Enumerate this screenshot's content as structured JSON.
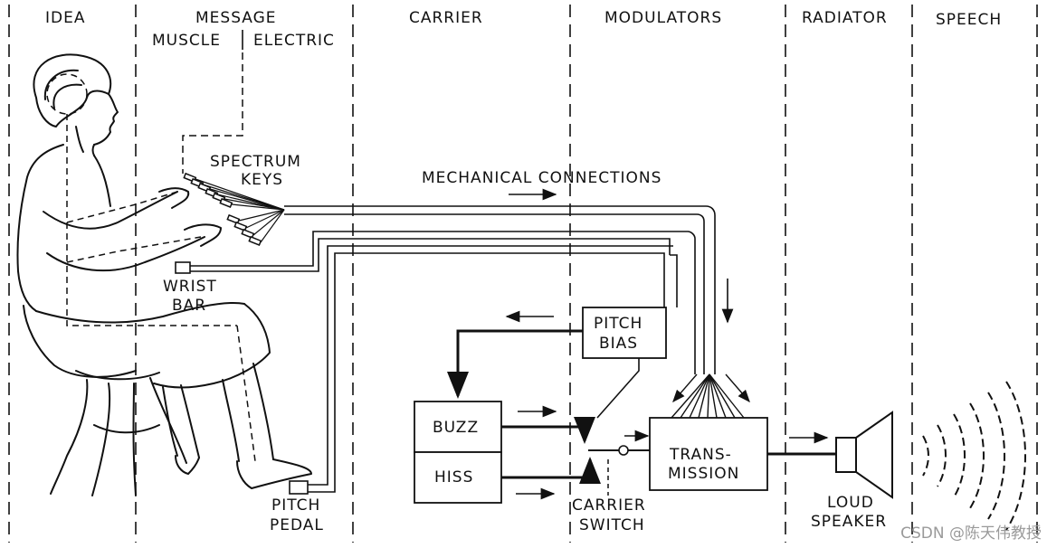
{
  "columns": {
    "idea": "IDEA",
    "message": "MESSAGE",
    "carrier": "CARRIER",
    "modulators": "MODULATORS",
    "radiator": "RADIATOR",
    "speech": "SPEECH"
  },
  "message_sub": {
    "muscle": "MUSCLE",
    "electric": "ELECTRIC"
  },
  "labels": {
    "spectrum_keys_1": "SPECTRUM",
    "spectrum_keys_2": "KEYS",
    "mechanical_connections": "MECHANICAL CONNECTIONS",
    "wrist_bar_1": "WRIST",
    "wrist_bar_2": "BAR",
    "pitch_pedal_1": "PITCH",
    "pitch_pedal_2": "PEDAL",
    "carrier_switch_1": "CARRIER",
    "carrier_switch_2": "SWITCH",
    "loud_speaker_1": "LOUD",
    "loud_speaker_2": "SPEAKER"
  },
  "boxes": {
    "pitch_bias_1": "PITCH",
    "pitch_bias_2": "BIAS",
    "buzz": "BUZZ",
    "hiss": "HISS",
    "transmission_1": "TRANS-",
    "transmission_2": "MISSION"
  },
  "watermark": "CSDN @陈天伟教授"
}
